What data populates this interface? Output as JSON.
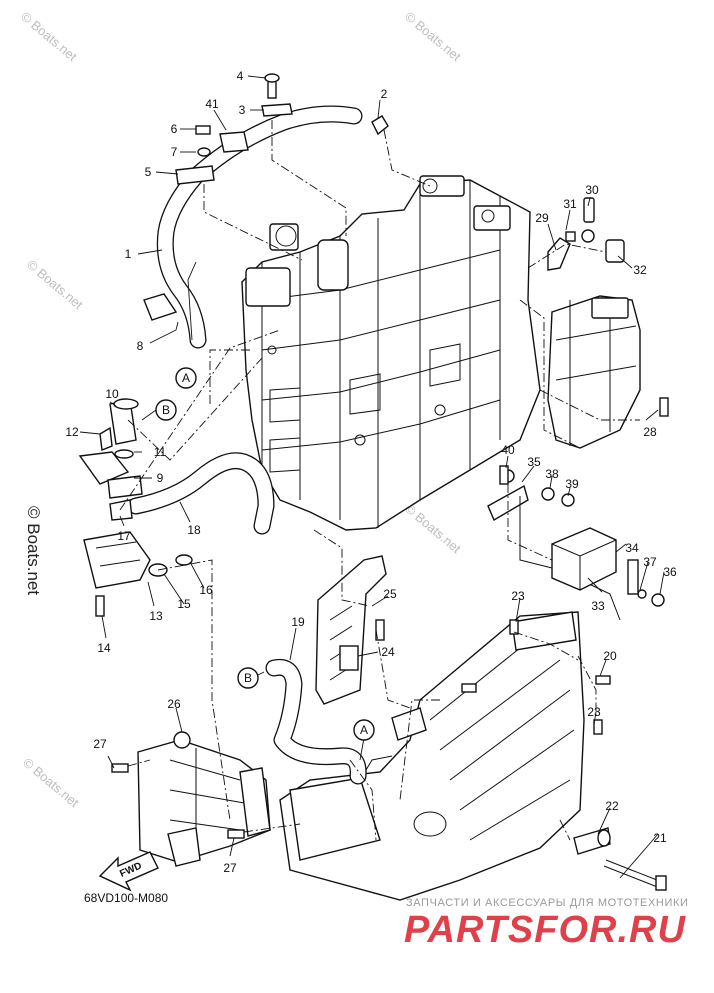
{
  "diagram": {
    "code": "68VD100-M080",
    "fwd_label": "FWD",
    "watermark": "© Boats.net",
    "brand_tagline": "ЗАПЧАСТИ И АКСЕССУАРЫ ДЛЯ МОТОТЕХНИКИ",
    "brand_name": "PARTSFOR.RU",
    "brand_color": "#e0404a",
    "connectors": {
      "A": "A",
      "B": "B"
    },
    "callouts": [
      "1",
      "2",
      "3",
      "4",
      "5",
      "6",
      "7",
      "8",
      "9",
      "10",
      "11",
      "12",
      "13",
      "14",
      "15",
      "16",
      "17",
      "18",
      "19",
      "20",
      "21",
      "22",
      "23",
      "24",
      "25",
      "26",
      "27",
      "28",
      "29",
      "30",
      "31",
      "32",
      "33",
      "34",
      "35",
      "36",
      "37",
      "38",
      "39",
      "40",
      "41"
    ]
  }
}
